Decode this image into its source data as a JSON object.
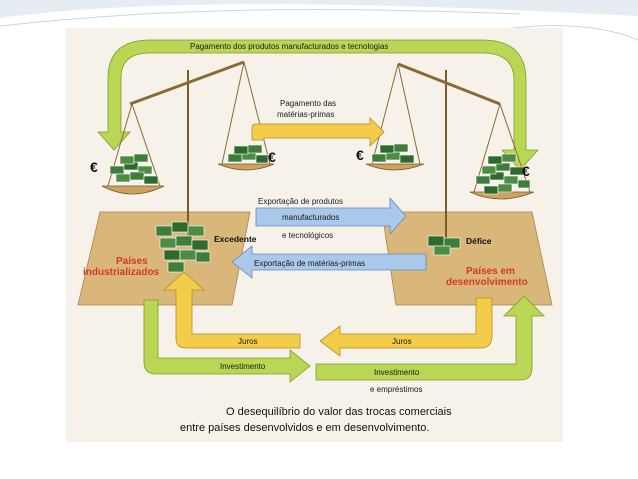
{
  "labels": {
    "top_arrow": "Pagamento dos produtos manufacturados e tecnologias",
    "raw_payment_1": "Pagamento das",
    "raw_payment_2": "matérias-primas",
    "export_products_1": "Exportação de produtos",
    "export_products_2": "manufacturados",
    "export_products_3": "e tecnológicos",
    "export_raw": "Exportação de matérias-primas",
    "surplus": "Excedente",
    "deficit": "Défice",
    "industrialized_1": "Países",
    "industrialized_2": "industrializados",
    "developing_1": "Países em",
    "developing_2": "desenvolvimento",
    "interest_left": "Juros",
    "interest_right": "Juros",
    "investment_left": "Investimento",
    "investment_right": "Investimento",
    "loans": "e empréstimos",
    "currency_1": "€",
    "currency_2": "€",
    "currency_3": "€",
    "currency_4": "€"
  },
  "caption": {
    "line1": "O desequilíbrio do valor das trocas comerciais",
    "line2": "entre países desenvolvidos e em desenvolvimento."
  },
  "colors": {
    "green_arrow": "#b9d654",
    "yellow_arrow": "#f3cc4a",
    "blue_arrow": "#a9c8ea",
    "board": "#d9b77b",
    "accent_red": "#d6372a",
    "money_green": "#3f7d3a"
  }
}
